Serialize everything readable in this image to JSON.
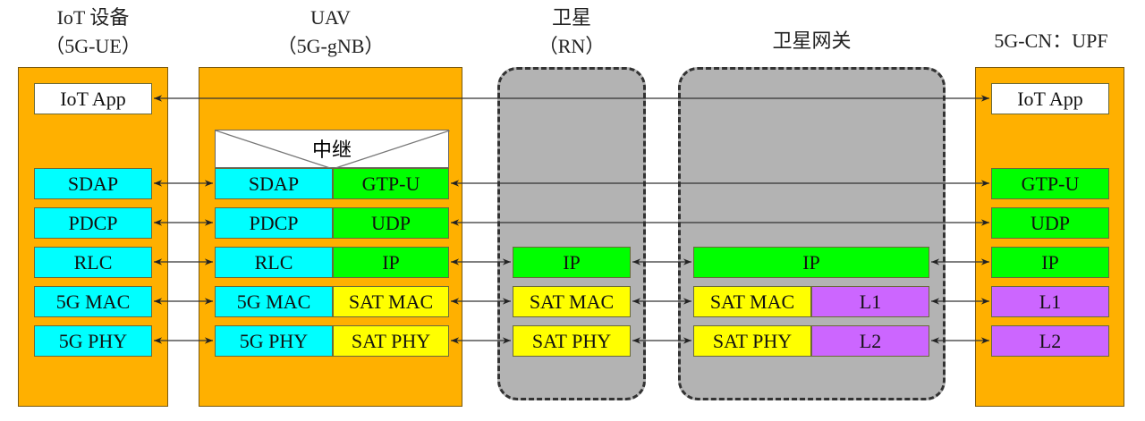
{
  "nodes": {
    "iot": {
      "title": "IoT 设备",
      "subtitle": "（5G-UE）"
    },
    "uav": {
      "title": "UAV",
      "subtitle": "（5G-gNB）",
      "relay": "中继"
    },
    "sat": {
      "title": "卫星",
      "subtitle": "（RN）"
    },
    "gw": {
      "title": "卫星网关"
    },
    "upf": {
      "title": "5G-CN：UPF"
    }
  },
  "layers": {
    "iot": [
      "IoT App",
      "SDAP",
      "PDCP",
      "RLC",
      "5G MAC",
      "5G PHY"
    ],
    "uav_left": [
      "SDAP",
      "PDCP",
      "RLC",
      "5G MAC",
      "5G PHY"
    ],
    "uav_right": [
      "GTP-U",
      "UDP",
      "IP",
      "SAT MAC",
      "SAT PHY"
    ],
    "sat": [
      "IP",
      "SAT MAC",
      "SAT PHY"
    ],
    "gw": [
      "IP",
      "SAT MAC",
      "L1",
      "SAT PHY",
      "L2"
    ],
    "upf": [
      "IoT App",
      "GTP-U",
      "UDP",
      "IP",
      "L1",
      "L2"
    ]
  },
  "colors": {
    "orange": "#FFB000",
    "cyan": "#00FFFF",
    "green": "#00FF00",
    "yellow": "#FFFF00",
    "purple": "#CC66FF",
    "gray": "#B3B3B3"
  }
}
